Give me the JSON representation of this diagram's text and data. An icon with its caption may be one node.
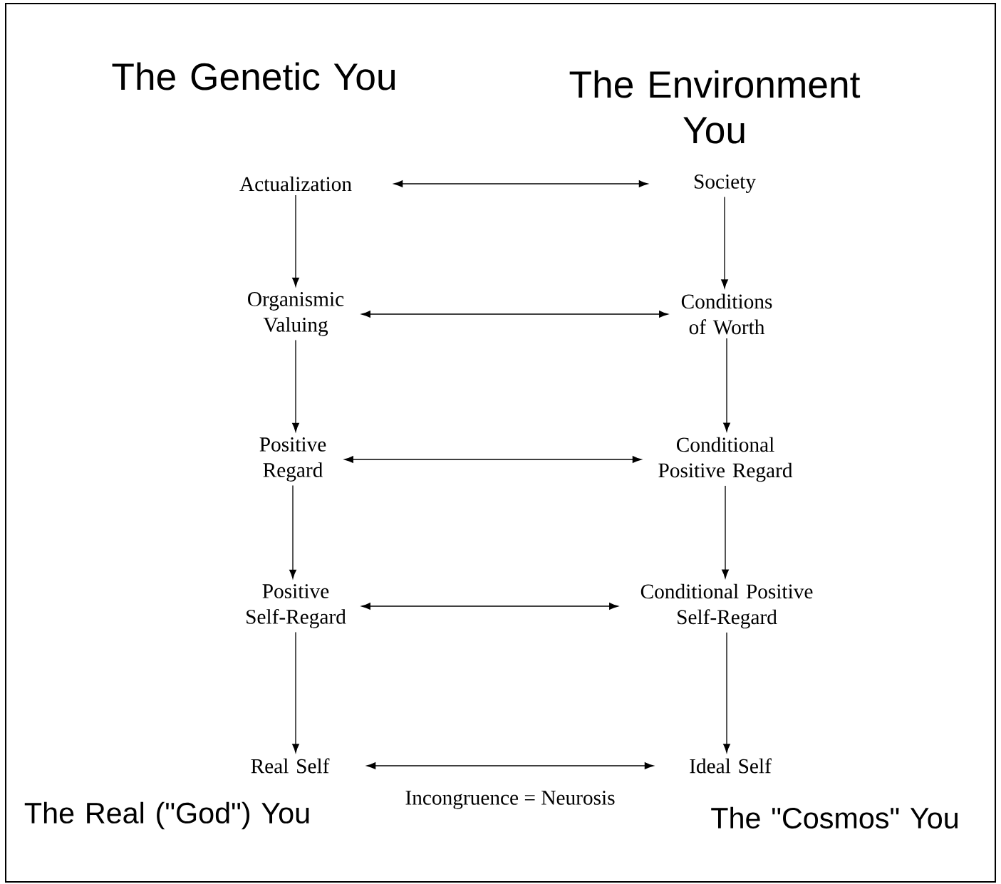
{
  "diagram": {
    "nodes": [
      {
        "text": [
          "Actualization"
        ]
      },
      {
        "text": [
          "Society"
        ]
      },
      {
        "text": [
          "Organismic Valuing"
        ]
      },
      {
        "text": [
          "Conditions of Worth"
        ]
      },
      {
        "text": [
          "Positive Regard"
        ]
      },
      {
        "text": [
          "Conditional Positive Regard"
        ]
      },
      {
        "text": [
          "Positive Self-Regard"
        ]
      },
      {
        "text": [
          "Conditional Positive Self-Regard"
        ]
      },
      {
        "text": [
          "Real Self"
        ]
      },
      {
        "text": [
          "Ideal Self"
        ]
      }
    ],
    "edges": [
      {
        "from": 0,
        "to": 1,
        "arrow": "both"
      },
      {
        "from": 0,
        "to": 2,
        "arrow": "to"
      },
      {
        "from": 1,
        "to": 3,
        "arrow": "to"
      },
      {
        "from": 2,
        "to": 3,
        "arrow": "both"
      },
      {
        "from": 2,
        "to": 4,
        "arrow": "to"
      },
      {
        "from": 3,
        "to": 5,
        "arrow": "to"
      },
      {
        "from": 4,
        "to": 5,
        "arrow": "both"
      },
      {
        "from": 4,
        "to": 6,
        "arrow": "to"
      },
      {
        "from": 5,
        "to": 7,
        "arrow": "to"
      },
      {
        "from": 6,
        "to": 7,
        "arrow": "both"
      },
      {
        "from": 6,
        "to": 8,
        "arrow": "to"
      },
      {
        "from": 7,
        "to": 9,
        "arrow": "to"
      },
      {
        "from": 8,
        "to": 9,
        "arrow": "both",
        "label": "Incongruence = Neurosis"
      }
    ],
    "labels": [
      "The Genetic You",
      "The Environment You",
      "The Real (\"God\") You",
      "The \"Cosmos\" You"
    ]
  }
}
